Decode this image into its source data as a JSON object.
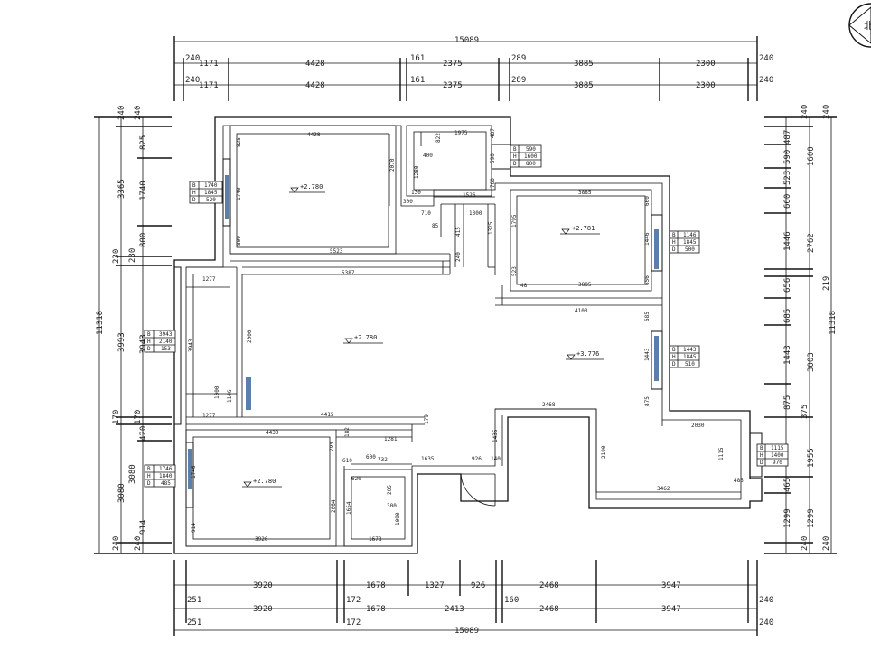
{
  "drawing": {
    "north_mark": "北",
    "levels": {
      "l1": "+2.780",
      "l2": "+2.781",
      "l3": "+2.780",
      "l4": "+3.776",
      "l5": "+2.780"
    }
  },
  "top_dims": {
    "total": "15089",
    "row1": [
      "240",
      "1171",
      "4428",
      "161",
      "2375",
      "289",
      "3885",
      "2300",
      "240"
    ],
    "row2": [
      "240",
      "1171",
      "4428",
      "161",
      "2375",
      "289",
      "3885",
      "2300",
      "240"
    ]
  },
  "bottom_dims": {
    "row1": [
      "251",
      "3920",
      "172",
      "1678",
      "1327",
      "926",
      "2468",
      "3947",
      "240"
    ],
    "row2": [
      "251",
      "3920",
      "172",
      "1678",
      "2413",
      "160",
      "2468",
      "3947",
      "240"
    ],
    "total": "15089"
  },
  "left_dims": {
    "total": "11318",
    "outer": [
      "240",
      "3365",
      "230",
      "3993",
      "170",
      "3080",
      "240"
    ],
    "inner": [
      "240",
      "825",
      "1740",
      "800",
      "230",
      "3943",
      "170",
      "420",
      "3080",
      "914",
      "240"
    ]
  },
  "right_dims": {
    "total": "11318",
    "outer": [
      "240",
      "1600",
      "2762",
      "219",
      "3003",
      "375",
      "1955",
      "1299",
      "240"
    ],
    "inner": [
      "240",
      "487",
      "590",
      "523",
      "660",
      "1446",
      "656",
      "685",
      "1443",
      "875",
      "465",
      "1299",
      "240"
    ]
  },
  "windows": [
    {
      "B": "1740",
      "H": "1845",
      "D": "520"
    },
    {
      "B": "590",
      "H": "1600",
      "D": "800"
    },
    {
      "B": "1146",
      "H": "1845",
      "D": "500"
    },
    {
      "B": "3943",
      "H": "2140",
      "D": "153"
    },
    {
      "B": "1443",
      "H": "1845",
      "D": "510"
    },
    {
      "B": "1746",
      "H": "1840",
      "D": "485"
    },
    {
      "B": "1115",
      "H": "1400",
      "D": "970"
    }
  ],
  "inner_dims": {
    "d4428": "4428",
    "d825": "825",
    "d1740": "1740",
    "d800": "800",
    "d2070": "2070",
    "d5523": "5523",
    "d1975": "1975",
    "d822": "822",
    "d487": "487",
    "d590": "590",
    "d400": "400",
    "d1280": "1280",
    "d130": "130",
    "d760": "760",
    "d300": "300",
    "d1526": "1526",
    "d710": "710",
    "d1300": "1300",
    "d85": "85",
    "d415": "415",
    "d1325": "1325",
    "d240": "240",
    "d3885": "3885",
    "d1795": "1795",
    "d660": "660",
    "d1446": "1446",
    "d523": "523",
    "d48": "48",
    "d3885b": "3885",
    "d656": "656",
    "d1277": "1277",
    "d5387": "5387",
    "d3943": "3943",
    "d2000": "2000",
    "d1000": "1000",
    "d1146": "1146",
    "d1277b": "1277",
    "d4415": "4415",
    "d179": "179",
    "d4100": "4100",
    "d685": "685",
    "d1443": "1443",
    "d875": "875",
    "d2468": "2468",
    "d2030": "2030",
    "d2190": "2190",
    "d1115": "1115",
    "d485": "485",
    "d3462": "3462",
    "d4430": "4430",
    "d1281": "1281",
    "d1635": "1635",
    "d926": "926",
    "d1435": "1435",
    "d140": "140",
    "d610": "610",
    "d600": "600",
    "d732": "732",
    "d620": "620",
    "d1746": "1746",
    "d914": "914",
    "d3920": "3920",
    "d1678": "1678",
    "d2064": "2064",
    "d1654": "1654",
    "d1090": "1090",
    "d300b": "300",
    "d794": "794",
    "d182": "182",
    "d205": "205"
  }
}
